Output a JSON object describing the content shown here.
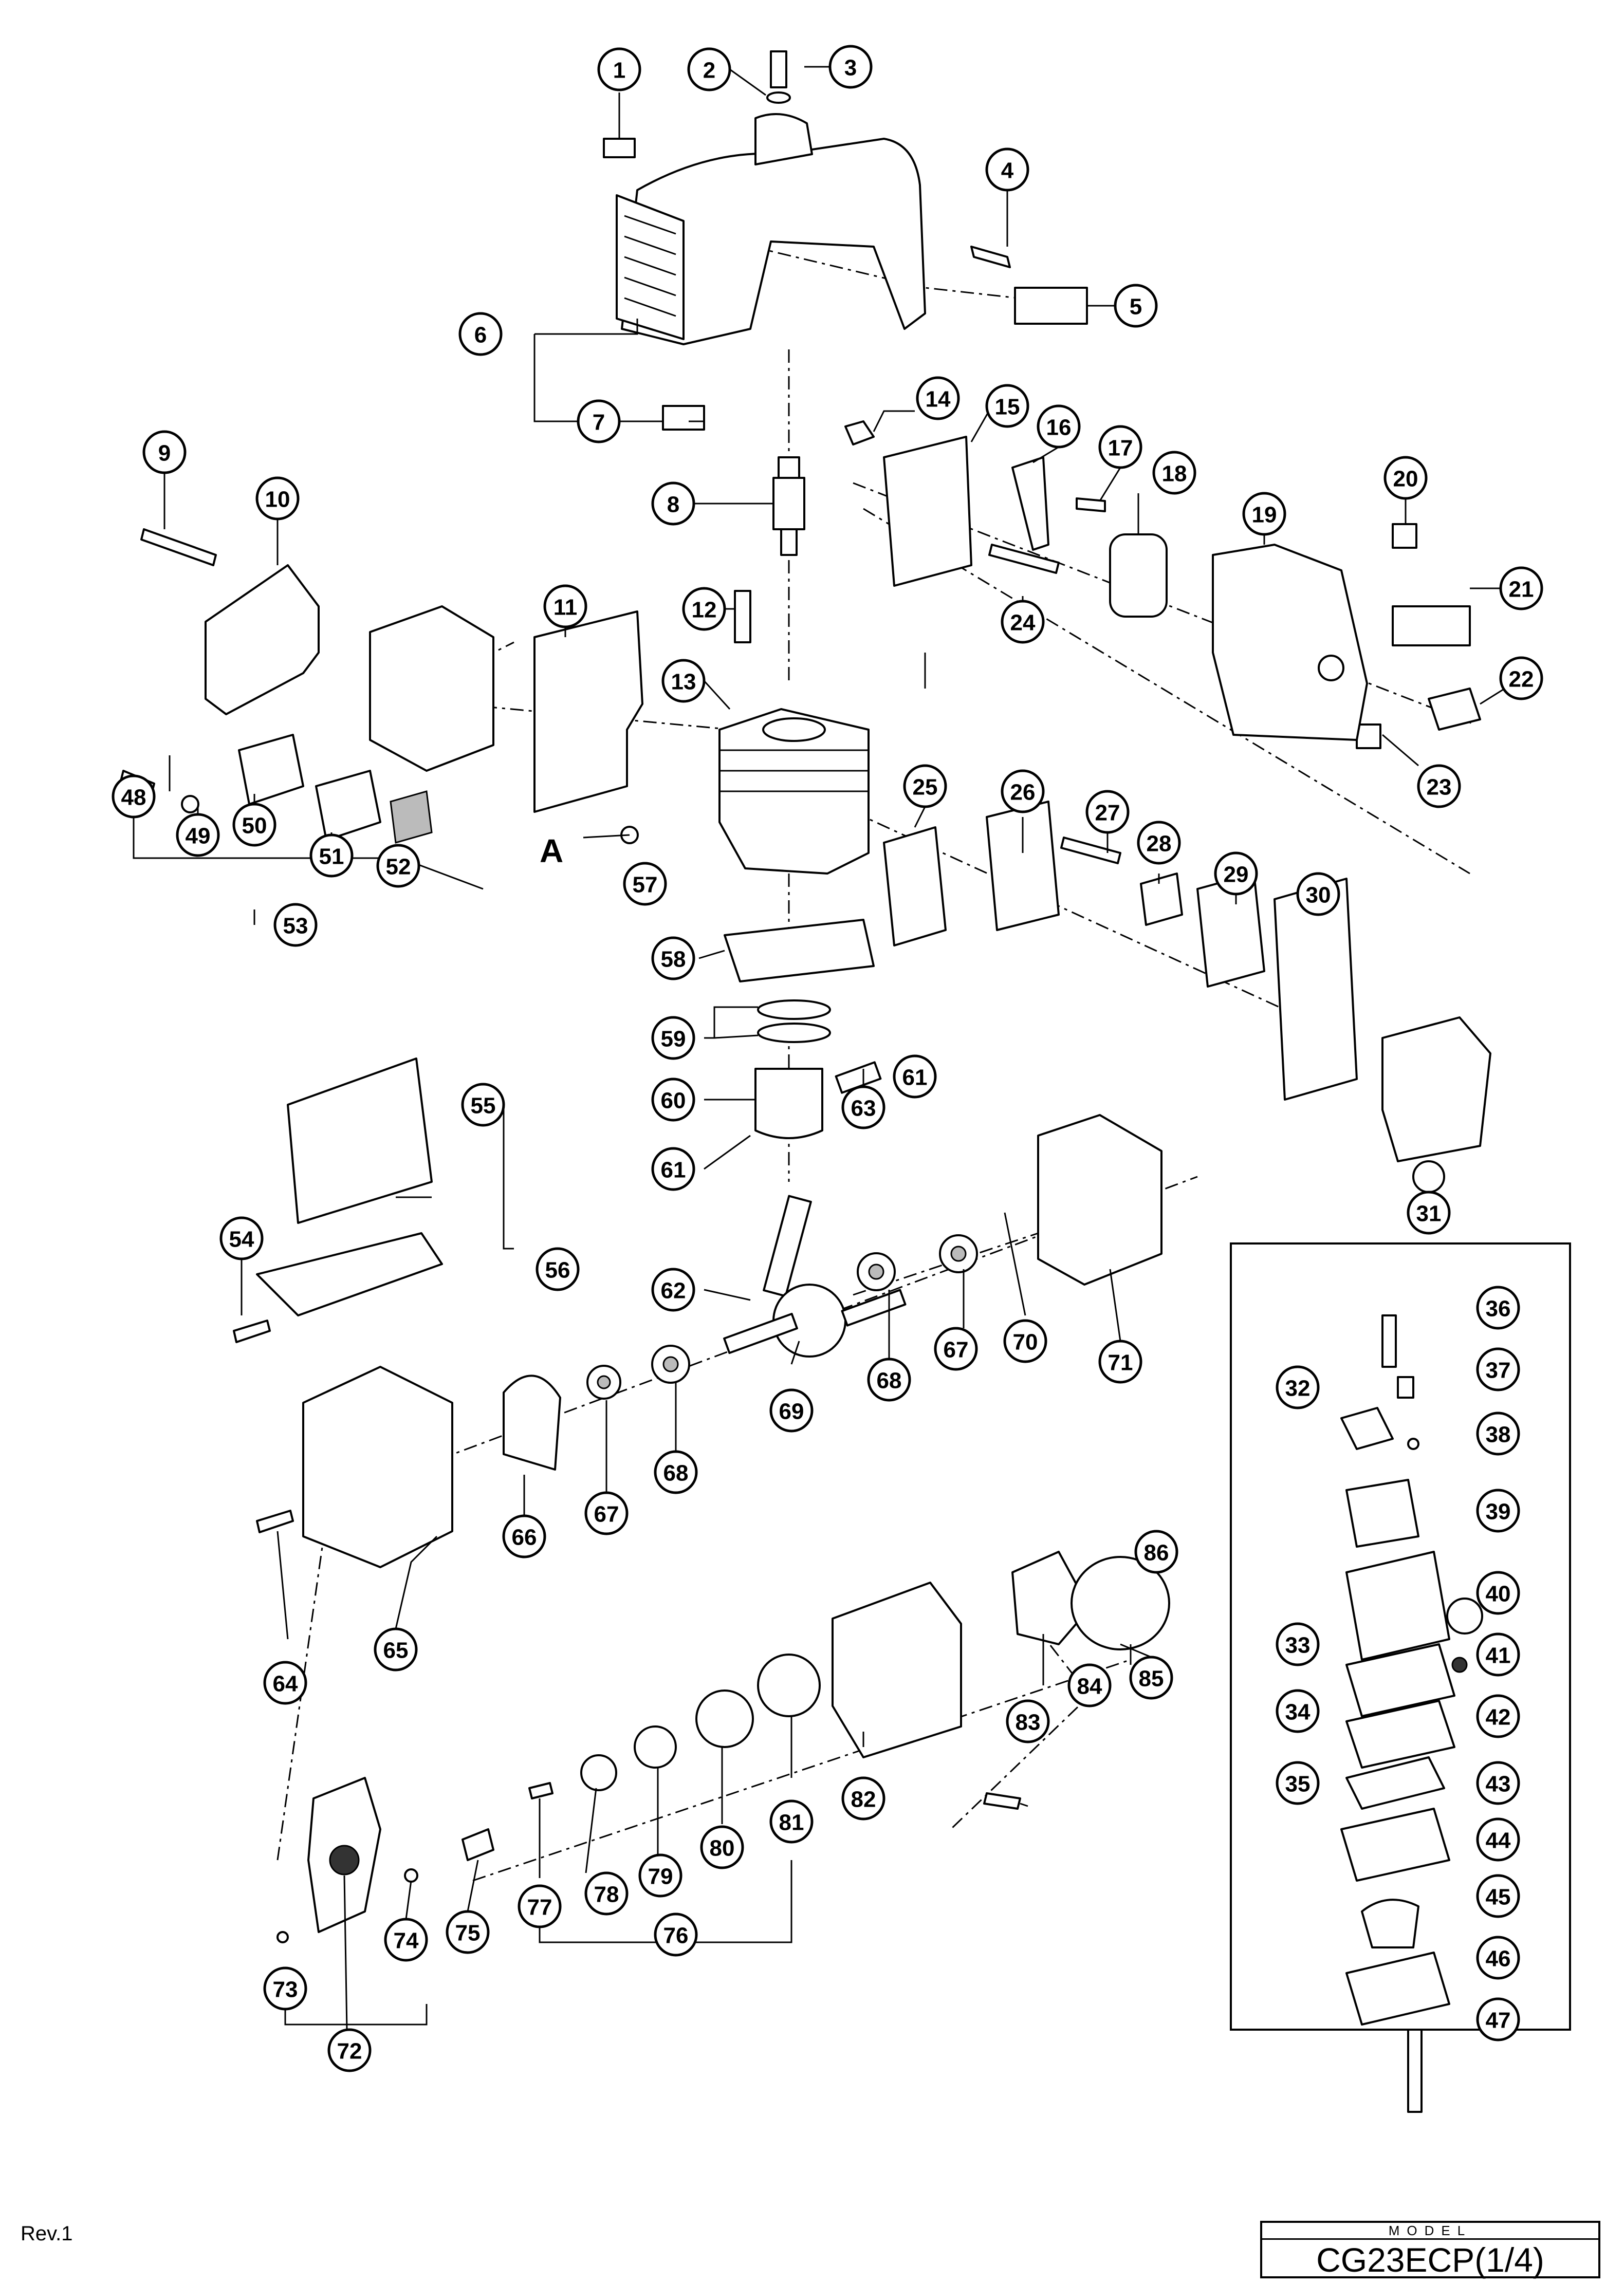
{
  "diagram": {
    "reference_marker": "A",
    "callouts": [
      "1",
      "2",
      "3",
      "4",
      "5",
      "6",
      "7",
      "8",
      "9",
      "10",
      "11",
      "12",
      "13",
      "14",
      "15",
      "16",
      "17",
      "18",
      "19",
      "20",
      "21",
      "22",
      "23",
      "24",
      "25",
      "26",
      "27",
      "28",
      "29",
      "30",
      "31",
      "32",
      "33",
      "34",
      "35",
      "36",
      "37",
      "38",
      "39",
      "40",
      "41",
      "42",
      "43",
      "44",
      "45",
      "46",
      "47",
      "48",
      "49",
      "50",
      "51",
      "52",
      "53",
      "54",
      "55",
      "56",
      "57",
      "58",
      "59",
      "60",
      "61",
      "61",
      "62",
      "63",
      "64",
      "65",
      "66",
      "67",
      "67",
      "68",
      "68",
      "69",
      "70",
      "71",
      "72",
      "73",
      "74",
      "75",
      "76",
      "77",
      "78",
      "79",
      "80",
      "81",
      "82",
      "83",
      "84",
      "85",
      "86"
    ]
  },
  "footer": {
    "revision": "Rev.1",
    "model_header": "MODEL",
    "model_code": "CG23ECP(1/4)"
  }
}
